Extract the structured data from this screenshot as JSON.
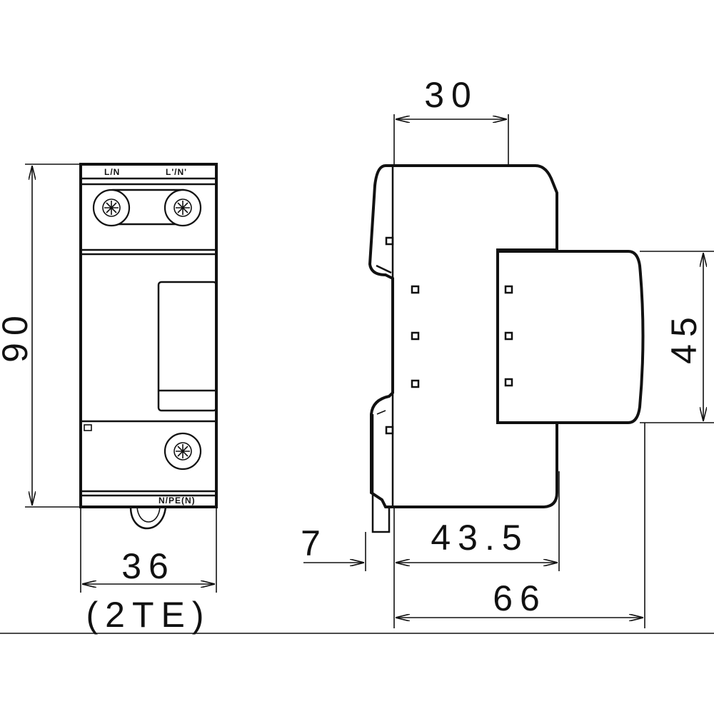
{
  "front_view": {
    "terminal_top_left": "L/N",
    "terminal_top_right": "L'/N'",
    "terminal_bottom": "N/PE(N)",
    "dim_height": "90",
    "dim_width": "36",
    "dim_width_units": "(2TE)"
  },
  "side_view": {
    "dim_top": "30",
    "dim_right": "45",
    "dim_rail": "7",
    "dim_body": "43.5",
    "dim_total": "66"
  }
}
